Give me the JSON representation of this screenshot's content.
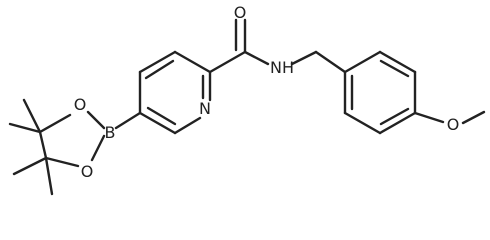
{
  "molecule": {
    "atoms": [
      {
        "id": "o_carbonyl",
        "label": "O"
      },
      {
        "id": "nh_amide",
        "label": "NH"
      },
      {
        "id": "n_pyridine",
        "label": "N"
      },
      {
        "id": "b_boron",
        "label": "B"
      },
      {
        "id": "o_boronate_top",
        "label": "O"
      },
      {
        "id": "o_boronate_bottom",
        "label": "O"
      },
      {
        "id": "o_methoxy",
        "label": "O"
      }
    ]
  },
  "colors": {
    "ink": "#222222",
    "background": "#ffffff"
  }
}
